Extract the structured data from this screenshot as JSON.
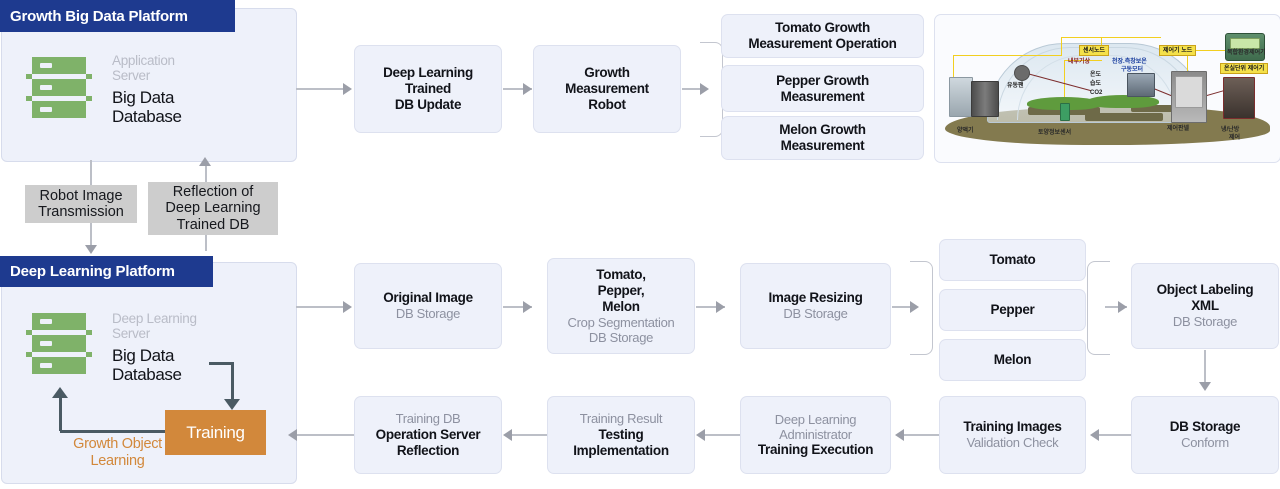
{
  "platforms": {
    "top": {
      "title": "Growth Big Data Platform",
      "server": {
        "sub_line1": "Application",
        "sub_line2": "Server",
        "main_line1": "Big Data",
        "main_line2": "Database",
        "icon": "server-rack-icon"
      }
    },
    "bottom": {
      "title": "Deep Learning Platform",
      "server": {
        "sub_line1": "Deep Learning",
        "sub_line2": "Server",
        "main_line1": "Big Data",
        "main_line2": "Database",
        "icon": "server-rack-icon"
      },
      "training_label": "Training",
      "goal_line1": "Growth Object",
      "goal_line2": "Learning"
    }
  },
  "notes": {
    "robot_image": {
      "line1": "Robot Image",
      "line2": "Transmission"
    },
    "reflection": {
      "line1": "Reflection of",
      "line2": "Deep Learning",
      "line3": "Trained DB"
    }
  },
  "top_flow": {
    "db_update": {
      "line1": "Deep Learning",
      "line2": "Trained",
      "line3": "DB Update"
    },
    "robot": {
      "line1": "Growth",
      "line2": "Measurement",
      "line3": "Robot"
    },
    "measurements": [
      {
        "line1": "Tomato Growth",
        "line2": "Measurement Operation"
      },
      {
        "line1": "Pepper Growth",
        "line2": "Measurement"
      },
      {
        "line1": "Melon Growth",
        "line2": "Measurement"
      }
    ]
  },
  "bottom_flow": {
    "original_image": {
      "bold": "Original Image",
      "light": "DB Storage"
    },
    "crop_segmentation": {
      "bold1": "Tomato,",
      "bold2": "Pepper,",
      "bold3": "Melon",
      "light1": "Crop Segmentation",
      "light2": "DB Storage"
    },
    "image_resizing": {
      "bold": "Image Resizing",
      "light": "DB Storage"
    },
    "crops": [
      {
        "label": "Tomato"
      },
      {
        "label": "Pepper"
      },
      {
        "label": "Melon"
      }
    ],
    "object_labeling": {
      "bold1": "Object Labeling",
      "bold2": "XML",
      "light": "DB Storage"
    },
    "db_storage": {
      "bold": "DB Storage",
      "light": "Conform"
    },
    "training_images": {
      "bold": "Training Images",
      "light": "Validation Check"
    },
    "training_execution": {
      "light1": "Deep Learning",
      "light2": "Administrator",
      "bold": "Training Execution"
    },
    "testing": {
      "light": "Training Result",
      "bold1": "Testing",
      "bold2": "Implementation"
    },
    "operation_reflection": {
      "light": "Training DB",
      "bold1": "Operation Server",
      "bold2": "Reflection"
    }
  },
  "greenhouse": {
    "alt": "smart greenhouse sensor and controller diagram",
    "labels": {
      "sensor_node": "센서노드",
      "controller_node": "제어기 노드",
      "greenhouse_unit_controller": "온실단위 제어기",
      "device_caption": "복합환경제어기",
      "internal_weather": "내부기상",
      "temperature": "온도",
      "humidity": "습도",
      "co2": "CO2",
      "ceiling_motor_line1": "천장.측창보온",
      "ceiling_motor_line2": "구동모터",
      "circulation_fan": "유동팬",
      "nutrient_supply": "양액기",
      "soil_sensor": "토양정보센서",
      "control_panel": "제어판넬",
      "hvac_line1": "냉/난방",
      "hvac_line2": "제어"
    }
  },
  "colors": {
    "header_blue": "#1e3a8f",
    "panel_bg": "#eef1fa",
    "box_bg": "#eef1fa",
    "note_grey": "#cdcdcd",
    "server_green": "#7fb269",
    "training_orange": "#d2883b",
    "connector_grey": "#bcbfc7",
    "dark_connector": "#4a5a63"
  }
}
